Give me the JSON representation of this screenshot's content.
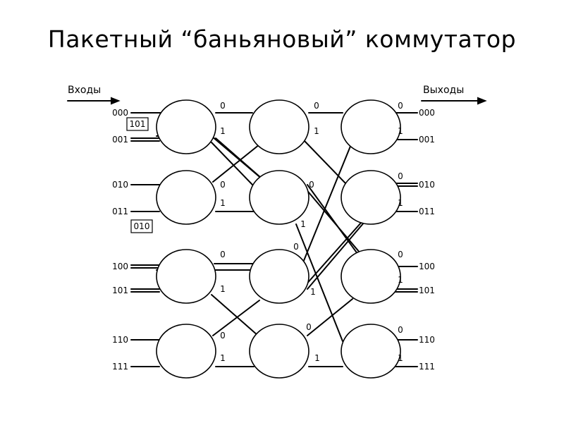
{
  "title": "Пакетный “баньяновый” коммутатор",
  "inputs_label": "Входы",
  "outputs_label": "Выходы",
  "input_ports": [
    "000",
    "001",
    "010",
    "011",
    "100",
    "101",
    "110",
    "111"
  ],
  "output_ports": [
    "000",
    "001",
    "010",
    "011",
    "100",
    "101",
    "110",
    "111"
  ],
  "packets": [
    "101",
    "010"
  ],
  "port_bits": [
    "0",
    "1"
  ],
  "colors": {
    "line": "#000000",
    "background": "#ffffff"
  }
}
